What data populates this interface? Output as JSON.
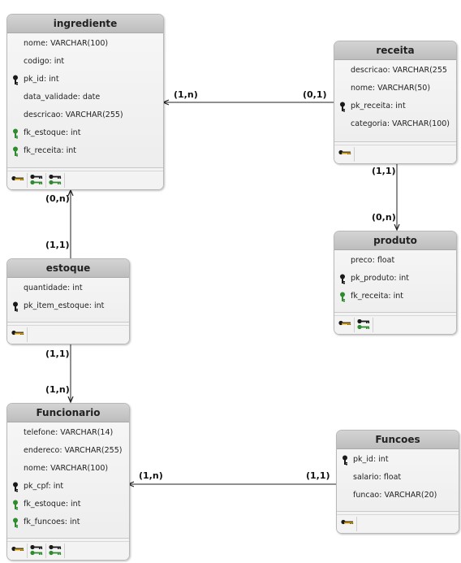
{
  "entities": {
    "ingrediente": {
      "title": "ingrediente",
      "fields": [
        {
          "text": "nome: VARCHAR(100)",
          "key": "none"
        },
        {
          "text": "codigo: int",
          "key": "none"
        },
        {
          "text": "pk_id: int",
          "key": "pk"
        },
        {
          "text": "data_validade: date",
          "key": "none"
        },
        {
          "text": "descricao: VARCHAR(255)",
          "key": "none"
        },
        {
          "text": "fk_estoque: int",
          "key": "fk"
        },
        {
          "text": "fk_receita: int",
          "key": "fk"
        }
      ],
      "footer_icons": [
        "primary-key-index-icon",
        "foreign-key-index-icon",
        "foreign-key-index-icon"
      ]
    },
    "receita": {
      "title": "receita",
      "fields": [
        {
          "text": "descricao: VARCHAR(255",
          "key": "none"
        },
        {
          "text": "nome: VARCHAR(50)",
          "key": "none"
        },
        {
          "text": "pk_receita: int",
          "key": "pk"
        },
        {
          "text": "categoria: VARCHAR(100)",
          "key": "none"
        }
      ],
      "footer_icons": [
        "primary-key-index-icon"
      ]
    },
    "produto": {
      "title": "produto",
      "fields": [
        {
          "text": "preco: float",
          "key": "none"
        },
        {
          "text": "pk_produto: int",
          "key": "pk"
        },
        {
          "text": "fk_receita: int",
          "key": "fk"
        }
      ],
      "footer_icons": [
        "primary-key-index-icon",
        "foreign-key-index-icon"
      ]
    },
    "estoque": {
      "title": "estoque",
      "fields": [
        {
          "text": "quantidade: int",
          "key": "none"
        },
        {
          "text": "pk_item_estoque: int",
          "key": "pk"
        }
      ],
      "footer_icons": [
        "primary-key-index-icon"
      ]
    },
    "funcionario": {
      "title": "Funcionario",
      "fields": [
        {
          "text": "telefone: VARCHAR(14)",
          "key": "none"
        },
        {
          "text": "endereco: VARCHAR(255)",
          "key": "none"
        },
        {
          "text": "nome: VARCHAR(100)",
          "key": "none"
        },
        {
          "text": "pk_cpf: int",
          "key": "pk"
        },
        {
          "text": "fk_estoque: int",
          "key": "fk"
        },
        {
          "text": "fk_funcoes: int",
          "key": "fk"
        }
      ],
      "footer_icons": [
        "primary-key-index-icon",
        "foreign-key-index-icon",
        "foreign-key-index-icon"
      ]
    },
    "funcoes": {
      "title": "Funcoes",
      "fields": [
        {
          "text": "pk_id: int",
          "key": "pk"
        },
        {
          "text": "salario: float",
          "key": "none"
        },
        {
          "text": "funcao: VARCHAR(20)",
          "key": "none"
        }
      ],
      "footer_icons": [
        "primary-key-index-icon"
      ]
    }
  },
  "relationships": [
    {
      "from": "receita",
      "to": "ingrediente",
      "from_card": "(0,1)",
      "to_card": "(1,n)"
    },
    {
      "from": "receita",
      "to": "produto",
      "from_card": "(1,1)",
      "to_card": "(0,n)"
    },
    {
      "from": "estoque",
      "to": "ingrediente",
      "from_card": "(1,1)",
      "to_card": "(0,n)"
    },
    {
      "from": "estoque",
      "to": "funcionario",
      "from_card": "(1,1)",
      "to_card": "(1,n)"
    },
    {
      "from": "funcoes",
      "to": "funcionario",
      "from_card": "(1,1)",
      "to_card": "(1,n)"
    }
  ],
  "colors": {
    "primary_key": "#1a1a1a",
    "foreign_key": "#2e8b2e",
    "key_gold": "#d49a00"
  }
}
